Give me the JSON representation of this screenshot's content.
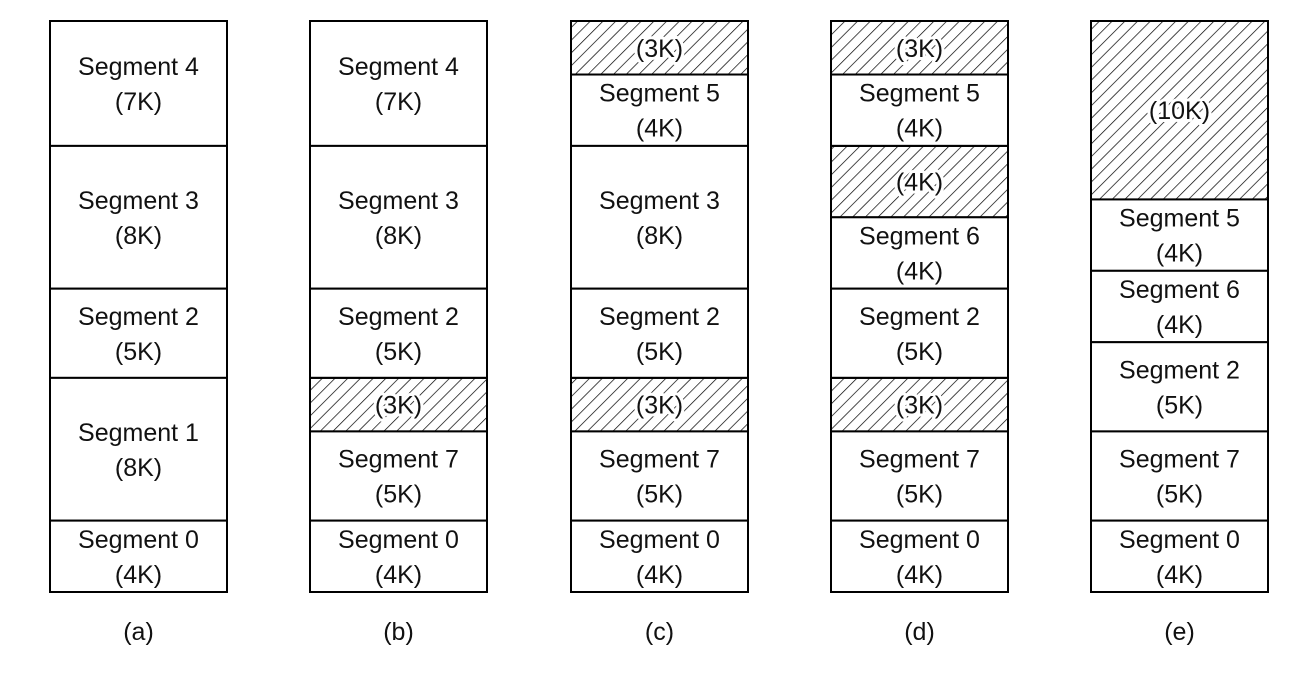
{
  "colors": {
    "stroke": "#000000",
    "background": "#ffffff",
    "hatch": "#000000"
  },
  "panels": [
    {
      "label": "(a)",
      "cells": [
        {
          "name": "Segment 4",
          "size": "(7K)",
          "kb": 7,
          "hole": false
        },
        {
          "name": "Segment 3",
          "size": "(8K)",
          "kb": 8,
          "hole": false
        },
        {
          "name": "Segment 2",
          "size": "(5K)",
          "kb": 5,
          "hole": false
        },
        {
          "name": "Segment 1",
          "size": "(8K)",
          "kb": 8,
          "hole": false
        },
        {
          "name": "Segment 0",
          "size": "(4K)",
          "kb": 4,
          "hole": false
        }
      ]
    },
    {
      "label": "(b)",
      "cells": [
        {
          "name": "Segment 4",
          "size": "(7K)",
          "kb": 7,
          "hole": false
        },
        {
          "name": "Segment 3",
          "size": "(8K)",
          "kb": 8,
          "hole": false
        },
        {
          "name": "Segment 2",
          "size": "(5K)",
          "kb": 5,
          "hole": false
        },
        {
          "name": "",
          "size": "(3K)",
          "kb": 3,
          "hole": true
        },
        {
          "name": "Segment 7",
          "size": "(5K)",
          "kb": 5,
          "hole": false
        },
        {
          "name": "Segment 0",
          "size": "(4K)",
          "kb": 4,
          "hole": false
        }
      ]
    },
    {
      "label": "(c)",
      "cells": [
        {
          "name": "",
          "size": "(3K)",
          "kb": 3,
          "hole": true
        },
        {
          "name": "Segment 5",
          "size": "(4K)",
          "kb": 4,
          "hole": false
        },
        {
          "name": "Segment 3",
          "size": "(8K)",
          "kb": 8,
          "hole": false
        },
        {
          "name": "Segment 2",
          "size": "(5K)",
          "kb": 5,
          "hole": false
        },
        {
          "name": "",
          "size": "(3K)",
          "kb": 3,
          "hole": true
        },
        {
          "name": "Segment 7",
          "size": "(5K)",
          "kb": 5,
          "hole": false
        },
        {
          "name": "Segment 0",
          "size": "(4K)",
          "kb": 4,
          "hole": false
        }
      ]
    },
    {
      "label": "(d)",
      "cells": [
        {
          "name": "",
          "size": "(3K)",
          "kb": 3,
          "hole": true
        },
        {
          "name": "Segment 5",
          "size": "(4K)",
          "kb": 4,
          "hole": false
        },
        {
          "name": "",
          "size": "(4K)",
          "kb": 4,
          "hole": true
        },
        {
          "name": "Segment 6",
          "size": "(4K)",
          "kb": 4,
          "hole": false
        },
        {
          "name": "Segment 2",
          "size": "(5K)",
          "kb": 5,
          "hole": false
        },
        {
          "name": "",
          "size": "(3K)",
          "kb": 3,
          "hole": true
        },
        {
          "name": "Segment 7",
          "size": "(5K)",
          "kb": 5,
          "hole": false
        },
        {
          "name": "Segment 0",
          "size": "(4K)",
          "kb": 4,
          "hole": false
        }
      ]
    },
    {
      "label": "(e)",
      "cells": [
        {
          "name": "",
          "size": "(10K)",
          "kb": 10,
          "hole": true
        },
        {
          "name": "Segment 5",
          "size": "(4K)",
          "kb": 4,
          "hole": false
        },
        {
          "name": "Segment 6",
          "size": "(4K)",
          "kb": 4,
          "hole": false
        },
        {
          "name": "Segment 2",
          "size": "(5K)",
          "kb": 5,
          "hole": false
        },
        {
          "name": "Segment 7",
          "size": "(5K)",
          "kb": 5,
          "hole": false
        },
        {
          "name": "Segment 0",
          "size": "(4K)",
          "kb": 4,
          "hole": false
        }
      ]
    }
  ]
}
